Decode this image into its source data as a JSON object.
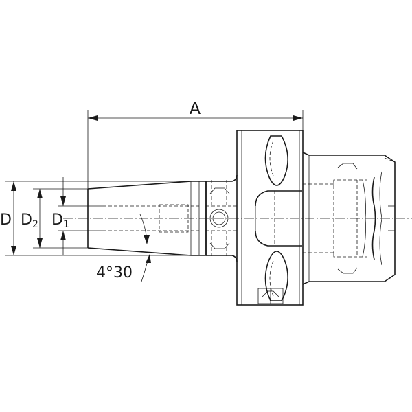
{
  "labels": {
    "length": "A",
    "diameter_outer": "D",
    "diameter_2_main": "D",
    "diameter_2_sub": "2",
    "diameter_1_main": "D",
    "diameter_1_sub": "1",
    "taper_angle": "4°30"
  },
  "colors": {
    "line": "#1a1a1a",
    "background": "#ffffff"
  }
}
